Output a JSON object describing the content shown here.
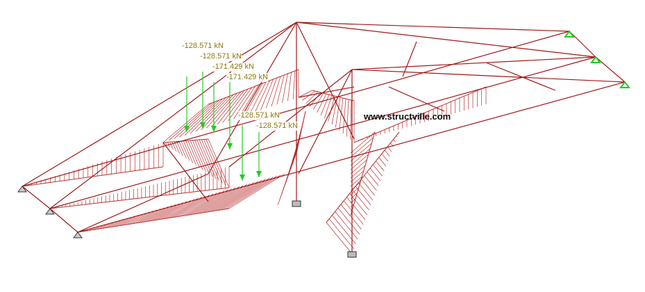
{
  "watermark": "www.structville.com",
  "load_labels": [
    "-128.571 kN",
    "-128.571 kN",
    "-171.429 kN",
    "-171.429 kN",
    "-128.571 kN",
    "-128.571 kN"
  ],
  "colors": {
    "members": "#a01818",
    "hatching": "#b83030",
    "loads": "#22cc22",
    "load_labels": "#8a7a10",
    "supports": "#22cc22"
  },
  "icons": [
    "pin-support-icon",
    "fixed-support-icon",
    "load-arrow-icon"
  ]
}
